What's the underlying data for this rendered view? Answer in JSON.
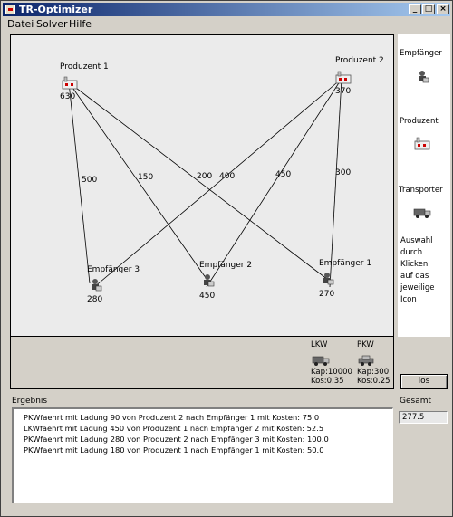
{
  "window": {
    "title": "TR-Optimizer"
  },
  "menu": {
    "items": [
      "Datei",
      "Solver",
      "Hilfe"
    ]
  },
  "nodes": [
    {
      "label": "Produzent 1",
      "value": "630",
      "type": "producer"
    },
    {
      "label": "Produzent 2",
      "value": "370",
      "type": "producer"
    },
    {
      "label": "Empfänger 3",
      "value": "280",
      "type": "receiver"
    },
    {
      "label": "Empfänger 2",
      "value": "450",
      "type": "receiver"
    },
    {
      "label": "Empfänger 1",
      "value": "270",
      "type": "receiver"
    }
  ],
  "edges": [
    {
      "from": "Produzent 1",
      "to": "Empfänger 3",
      "cost": "500"
    },
    {
      "from": "Produzent 1",
      "to": "Empfänger 2",
      "cost": "150"
    },
    {
      "from": "Produzent 1",
      "to": "Empfänger 1",
      "cost": "200"
    },
    {
      "from": "Produzent 2",
      "to": "Empfänger 3",
      "cost": "400"
    },
    {
      "from": "Produzent 2",
      "to": "Empfänger 2",
      "cost": "450"
    },
    {
      "from": "Produzent 2",
      "to": "Empfänger 1",
      "cost": "300"
    }
  ],
  "side": {
    "receiver_label": "Empfänger",
    "producer_label": "Produzent",
    "transporter_label": "Transporter",
    "hint_lines": [
      "Auswahl",
      "durch",
      "Klicken",
      "auf das",
      "jeweilige",
      "Icon"
    ]
  },
  "vehicles": [
    {
      "name": "LKW",
      "capacity": "Kap:10000",
      "cost": "Kos:0.35"
    },
    {
      "name": "PKW",
      "capacity": "Kap:300",
      "cost": "Kos:0.25"
    }
  ],
  "solve_button": "los",
  "result": {
    "label": "Ergebnis",
    "lines": [
      "PKWfaehrt mit Ladung 90 von Produzent 2 nach Empfänger 1 mit Kosten: 75.0",
      "LKWfaehrt mit Ladung 450 von Produzent 1 nach Empfänger 2 mit Kosten: 52.5",
      "PKWfaehrt mit Ladung 280 von Produzent 2 nach Empfänger 3 mit Kosten: 100.0",
      "PKWfaehrt mit Ladung 180 von Produzent 1 nach Empfänger 1 mit Kosten: 50.0"
    ]
  },
  "total": {
    "label": "Gesamt",
    "value": "277.5"
  },
  "colors": {
    "title_start": "#0a246a",
    "title_end": "#a6caf0",
    "canvas_bg": "#ebebeb",
    "window_bg": "#d4d0c8"
  }
}
